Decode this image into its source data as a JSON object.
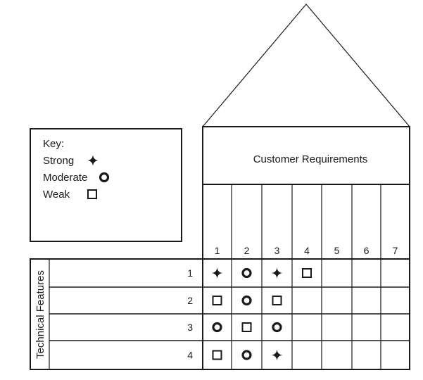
{
  "key": {
    "title": "Key:",
    "items": [
      {
        "label": "Strong",
        "symbol": "strong"
      },
      {
        "label": "Moderate",
        "symbol": "moderate"
      },
      {
        "label": "Weak",
        "symbol": "weak"
      }
    ]
  },
  "roof": {
    "label": "Customer Requirements"
  },
  "columns": [
    "1",
    "2",
    "3",
    "4",
    "5",
    "6",
    "7"
  ],
  "row_axis_label": "Technical Features",
  "rows": [
    {
      "label": "1",
      "cells": [
        "strong",
        "moderate",
        "strong",
        "weak",
        "",
        "",
        ""
      ]
    },
    {
      "label": "2",
      "cells": [
        "weak",
        "moderate",
        "weak",
        "",
        "",
        "",
        ""
      ]
    },
    {
      "label": "3",
      "cells": [
        "moderate",
        "weak",
        "moderate",
        "",
        "",
        "",
        ""
      ]
    },
    {
      "label": "4",
      "cells": [
        "weak",
        "moderate",
        "strong",
        "",
        "",
        "",
        ""
      ]
    }
  ],
  "colors": {
    "ink": "#1a1a1a",
    "background": "#ffffff"
  }
}
